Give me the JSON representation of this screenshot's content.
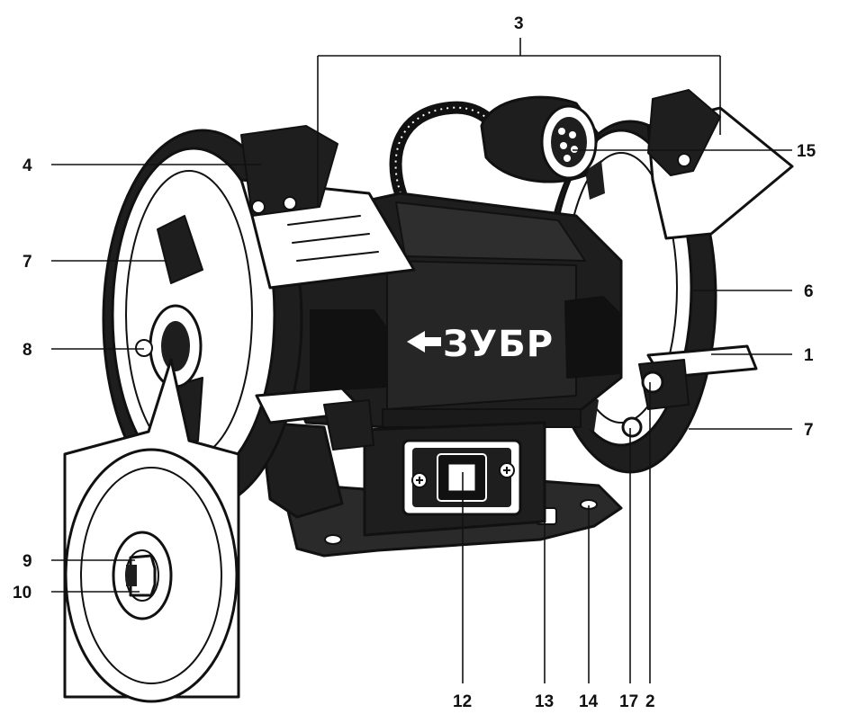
{
  "diagram": {
    "brand": "ЗУБР",
    "colors": {
      "ink": "#111111",
      "body": "#1e1e1e",
      "paper": "#ffffff",
      "metal": "#f4f4f4"
    },
    "callouts": [
      {
        "id": "c1",
        "number": "1"
      },
      {
        "id": "c2",
        "number": "2"
      },
      {
        "id": "c3",
        "number": "3"
      },
      {
        "id": "c4",
        "number": "4"
      },
      {
        "id": "c6",
        "number": "6"
      },
      {
        "id": "c7a",
        "number": "7"
      },
      {
        "id": "c7b",
        "number": "7"
      },
      {
        "id": "c8",
        "number": "8"
      },
      {
        "id": "c9",
        "number": "9"
      },
      {
        "id": "c10",
        "number": "10"
      },
      {
        "id": "c12",
        "number": "12"
      },
      {
        "id": "c13",
        "number": "13"
      },
      {
        "id": "c14",
        "number": "14"
      },
      {
        "id": "c15",
        "number": "15"
      },
      {
        "id": "c17",
        "number": "17"
      }
    ]
  }
}
